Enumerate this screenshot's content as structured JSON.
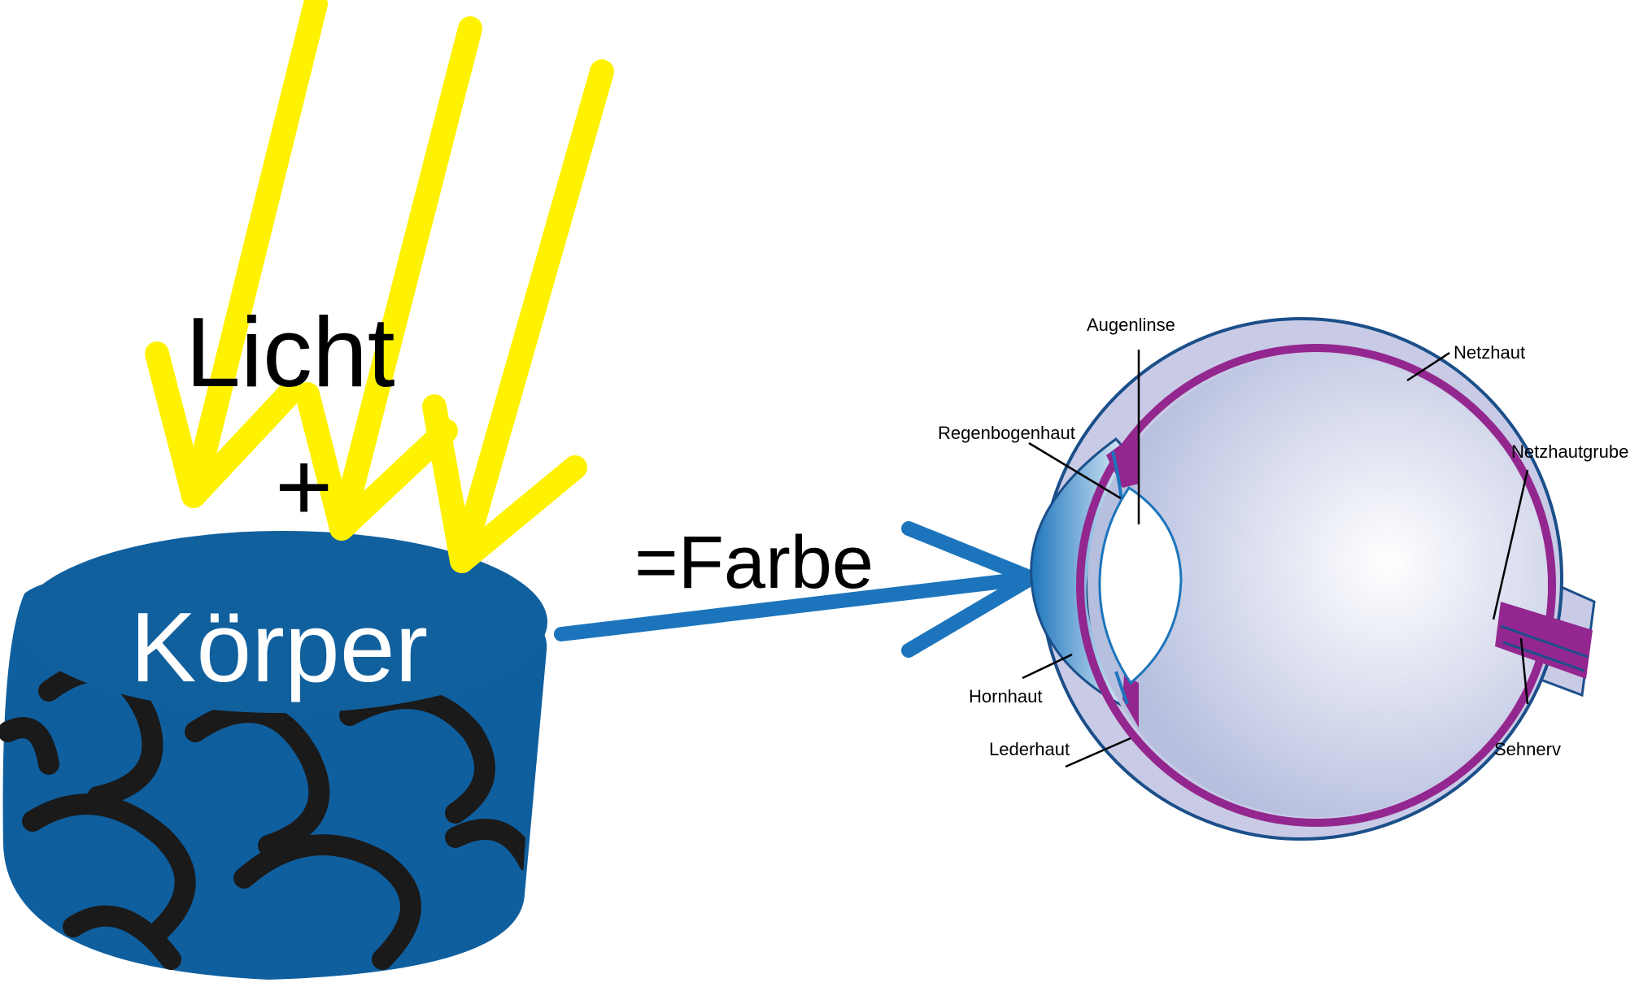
{
  "diagram": {
    "licht": "Licht",
    "plus": "+",
    "koerper": "Körper",
    "farbe": "=Farbe"
  },
  "eye_labels": {
    "augenlinse": "Augenlinse",
    "netzhaut": "Netzhaut",
    "regenbogenhaut": "Regenbogenhaut",
    "netzhautgrube": "Netzhautgrube",
    "hornhaut": "Hornhaut",
    "lederhaut": "Lederhaut",
    "sehnerv": "Sehnerv"
  },
  "colors": {
    "light_rays": "#fff200",
    "body_blue": "#0f5f9f",
    "body_top": "#11609e",
    "arrow_blue": "#1c75bc",
    "eye_outer": "#c9cbe6",
    "eye_inner": "#e9ecf7",
    "retina": "#93278f",
    "text": "#000000",
    "body_text": "#ffffff"
  }
}
